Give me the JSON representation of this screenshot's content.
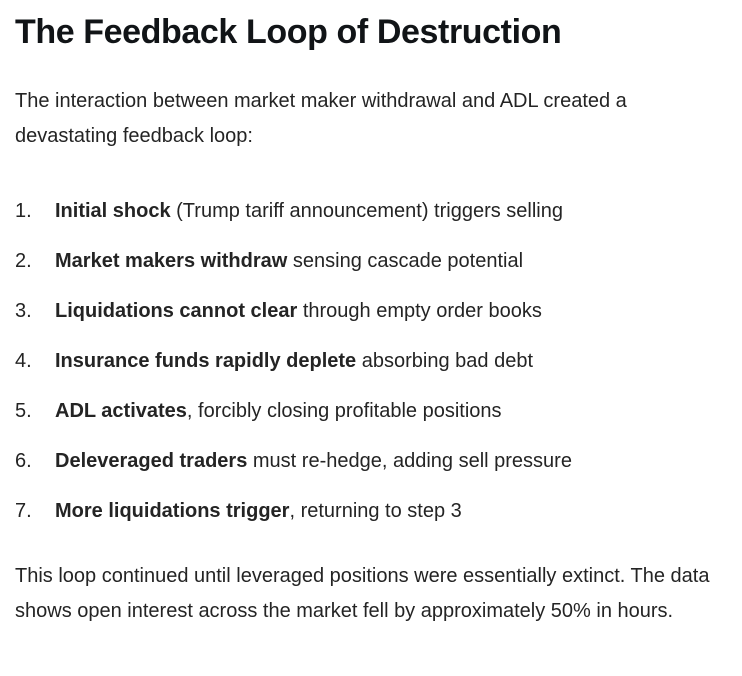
{
  "article": {
    "title": "The Feedback Loop of Destruction",
    "intro": "The interaction between market maker withdrawal and ADL created a devastating feedback loop:",
    "steps": [
      {
        "number": "1.",
        "lead": "Initial shock",
        "rest": " (Trump tariff announcement) triggers selling"
      },
      {
        "number": "2.",
        "lead": "Market makers withdraw",
        "rest": " sensing cascade potential"
      },
      {
        "number": "3.",
        "lead": "Liquidations cannot clear",
        "rest": " through empty order books"
      },
      {
        "number": "4.",
        "lead": "Insurance funds rapidly deplete",
        "rest": " absorbing bad debt"
      },
      {
        "number": "5.",
        "lead": "ADL activates",
        "rest": ", forcibly closing profitable positions"
      },
      {
        "number": "6.",
        "lead": "Deleveraged traders",
        "rest": " must re-hedge, adding sell pressure"
      },
      {
        "number": "7.",
        "lead": "More liquidations trigger",
        "rest": ", returning to step 3"
      }
    ],
    "closing": "This loop continued until leveraged positions were essentially extinct. The data shows open interest across the market fell by approximately 50% in hours."
  },
  "colors": {
    "background": "#ffffff",
    "heading_text": "#111417",
    "body_text": "#242424"
  }
}
